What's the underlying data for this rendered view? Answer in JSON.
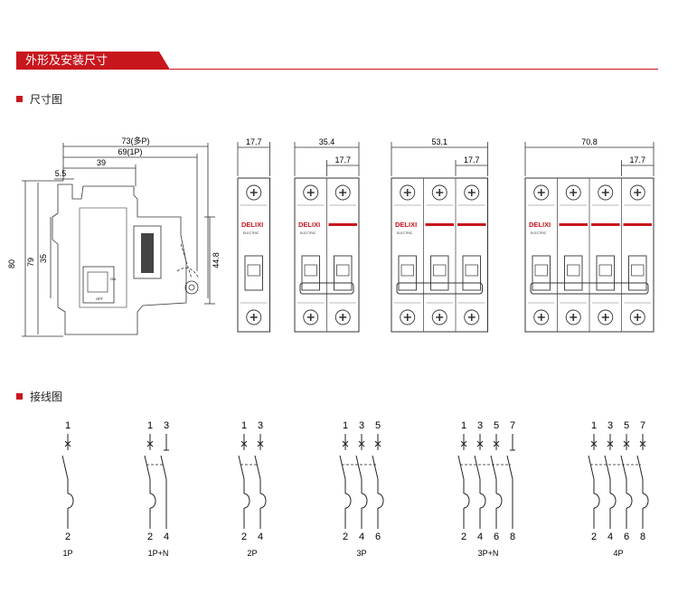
{
  "header": {
    "title": "外形及安装尺寸",
    "accent": "#c8161d"
  },
  "sections": {
    "dimensions": "尺寸图",
    "wiring": "接线图"
  },
  "side_view": {
    "dims": [
      "73(多P)",
      "69(1P)",
      "39",
      "5.5",
      "80",
      "79",
      "35",
      "44.8"
    ],
    "label_tiny": [
      "ON",
      "OFF"
    ]
  },
  "front_views": [
    {
      "name": "1P",
      "width_label": "17.7",
      "pole_label": ""
    },
    {
      "name": "2P",
      "width_label": "35.4",
      "pole_label": "17.7"
    },
    {
      "name": "3P",
      "width_label": "53.1",
      "pole_label": "17.7"
    },
    {
      "name": "4P",
      "width_label": "70.8",
      "pole_label": "17.7"
    }
  ],
  "brand": {
    "logo": "DELIXI",
    "sub": "ELECTRIC"
  },
  "wiring": [
    {
      "name": "1P",
      "top": [
        "1"
      ],
      "bottom": [
        "2"
      ]
    },
    {
      "name": "1P+N",
      "top": [
        "1",
        "3"
      ],
      "bottom": [
        "2",
        "4"
      ]
    },
    {
      "name": "2P",
      "top": [
        "1",
        "3"
      ],
      "bottom": [
        "2",
        "4"
      ]
    },
    {
      "name": "3P",
      "top": [
        "1",
        "3",
        "5"
      ],
      "bottom": [
        "2",
        "4",
        "6"
      ]
    },
    {
      "name": "3P+N",
      "top": [
        "1",
        "3",
        "5",
        "7"
      ],
      "bottom": [
        "2",
        "4",
        "6",
        "8"
      ]
    },
    {
      "name": "4P",
      "top": [
        "1",
        "3",
        "5",
        "7"
      ],
      "bottom": [
        "2",
        "4",
        "6",
        "8"
      ]
    }
  ]
}
